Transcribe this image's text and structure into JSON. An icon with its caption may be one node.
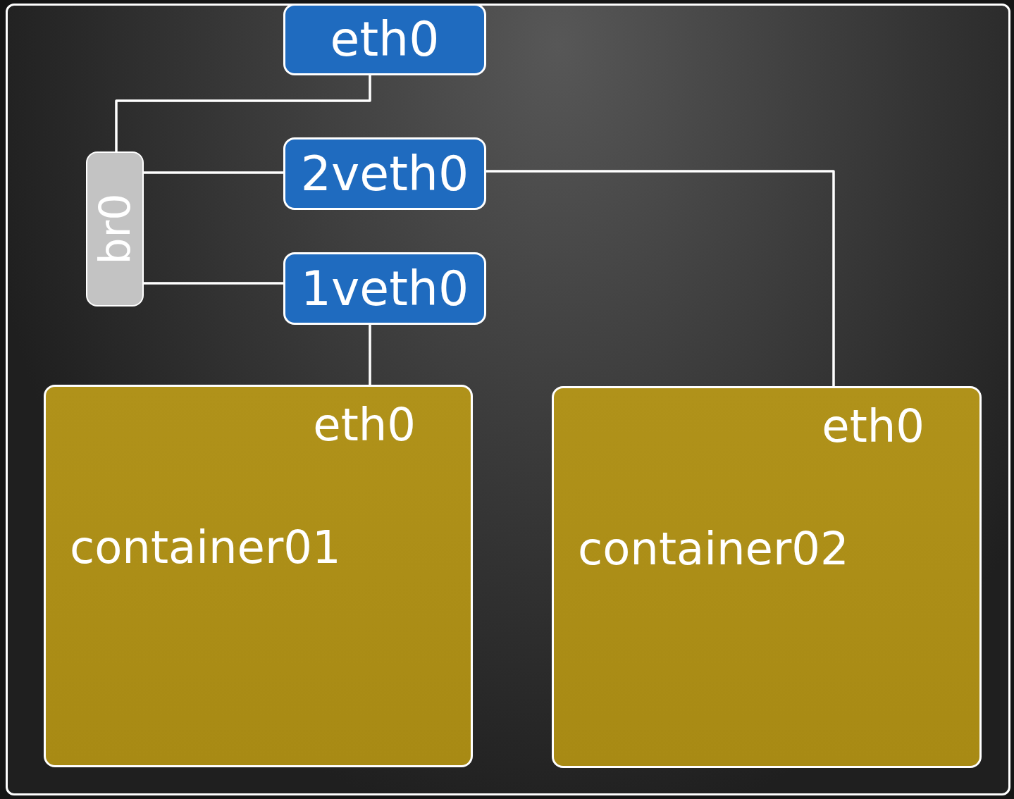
{
  "diagram": {
    "nodes": [
      {
        "text": [],
        "shape": "box"
      },
      {
        "text": [
          "eth0"
        ],
        "in": 0
      },
      {
        "text": [
          "br0"
        ],
        "in": 0
      },
      {
        "text": [
          "2veth0"
        ],
        "in": 0
      },
      {
        "text": [
          "1veth0"
        ],
        "in": 0
      },
      {
        "text": [
          "eth0",
          "container01"
        ],
        "in": 0
      },
      {
        "text": [
          "eth0",
          "container02"
        ],
        "in": 0
      }
    ],
    "edges": [
      {
        "from": 1,
        "to": 2,
        "arrow": "none"
      },
      {
        "from": 2,
        "to": 3,
        "arrow": "none"
      },
      {
        "from": 2,
        "to": 4,
        "arrow": "none"
      },
      {
        "from": 4,
        "to": 5,
        "arrow": "none"
      },
      {
        "from": 3,
        "to": 6,
        "arrow": "none"
      }
    ]
  }
}
